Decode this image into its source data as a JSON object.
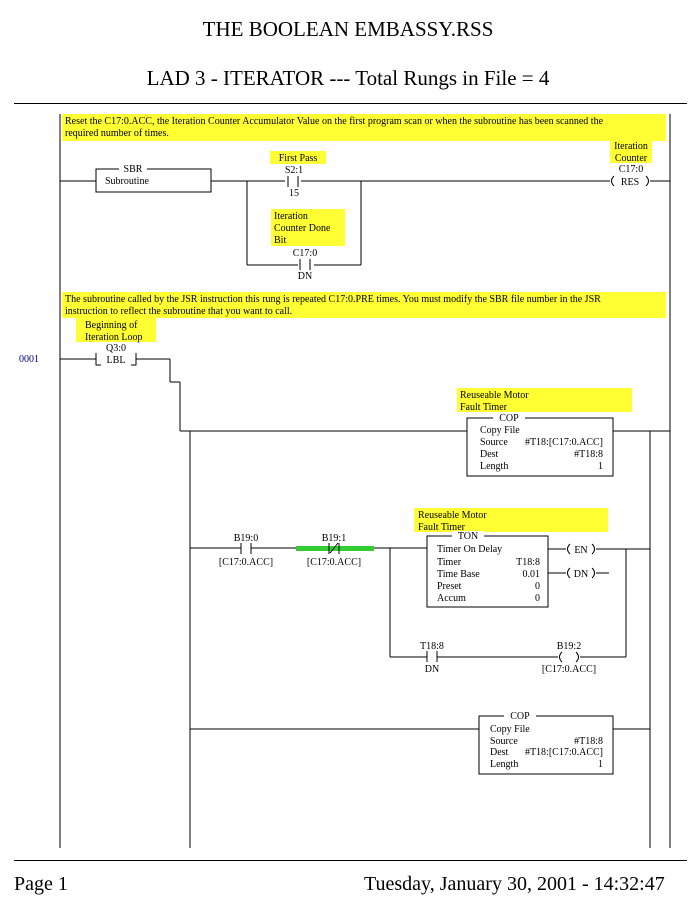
{
  "header": {
    "file_title": "THE BOOLEAN EMBASSY.RSS",
    "program_title": "LAD 3 - ITERATOR --- Total Rungs in File = 4"
  },
  "rung0": {
    "comment_line1": "Reset the  C17:0.ACC, the Iteration  Counter Accumulator Value on the first program scan or when the subroutine has been scanned the",
    "comment_line2": "required number of times.",
    "sbr": {
      "title": "SBR",
      "desc": "Subroutine"
    },
    "first_pass": {
      "label": "First Pass",
      "address": "S2:1",
      "bit": "15"
    },
    "iter_done": {
      "label1": "Iteration",
      "label2": "Counter Done",
      "label3": "Bit",
      "address": "C17:0",
      "bit": "DN"
    },
    "reset": {
      "label1": "Iteration",
      "label2": "Counter",
      "address": "C17:0",
      "instr": "RES"
    }
  },
  "rung1": {
    "number": "0001",
    "comment_line1": "The subroutine called by the JSR instruction this rung is repeated C17:0.PRE times.  You must modify the SBR file number in the JSR",
    "comment_line2": "instruction to reflect the subroutine that you want to call.",
    "lbl": {
      "label1": "Beginning of",
      "label2": "Iteration Loop",
      "address": "Q3:0",
      "instr": "LBL"
    },
    "cop1": {
      "label1": "Reuseable Motor",
      "label2": "Fault Timer",
      "title": "COP",
      "desc": "Copy File",
      "source_label": "Source",
      "source": "#T18:[C17:0.ACC]",
      "dest_label": "Dest",
      "dest": "#T18:8",
      "length_label": "Length",
      "length": "1"
    },
    "b19_0": {
      "address": "B19:0",
      "index": "[C17:0.ACC]"
    },
    "b19_1": {
      "address": "B19:1",
      "index": "[C17:0.ACC]"
    },
    "ton": {
      "label1": "Reuseable Motor",
      "label2": "Fault Timer",
      "title": "TON",
      "desc": "Timer On Delay",
      "timer_label": "Timer",
      "timer": "T18:8",
      "timebase_label": "Time Base",
      "timebase": "0.01",
      "preset_label": "Preset",
      "preset": "0",
      "accum_label": "Accum",
      "accum": "0",
      "en": "EN",
      "dn": "DN"
    },
    "t18_8": {
      "address": "T18:8",
      "bit": "DN"
    },
    "b19_2": {
      "address": "B19:2",
      "index": "[C17:0.ACC]"
    },
    "cop2": {
      "title": "COP",
      "desc": "Copy File",
      "source_label": "Source",
      "source": "#T18:8",
      "dest_label": "Dest",
      "dest": "#T18:[C17:0.ACC]",
      "length_label": "Length",
      "length": "1"
    }
  },
  "footer": {
    "page": "Page 1",
    "datetime": "Tuesday, January 30, 2001 - 14:32:47"
  },
  "colors": {
    "comment_bg": "#ffff33",
    "energized": "#33cc33",
    "rung_number": "#000080"
  }
}
